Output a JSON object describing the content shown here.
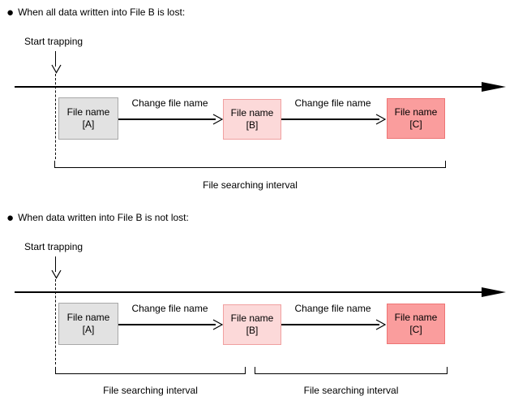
{
  "colors": {
    "background": "#ffffff",
    "line": "#000000",
    "box_a_fill": "#e2e2e2",
    "box_a_border": "#a8a8a8",
    "box_b_fill": "#fcd9d9",
    "box_b_border": "#f0a0a0",
    "box_c_fill": "#fa9d9d",
    "box_c_border": "#ee7474"
  },
  "icons": {
    "bullet": "filled-circle",
    "timeline_arrowhead": "filled-right-triangle",
    "start_trap_arrowhead": "open-down-chevron",
    "change_arrowhead": "open-right-chevron",
    "trap_point_marker": "dashed-vertical-line"
  },
  "sections": [
    {
      "bullet": "●",
      "heading": "When all data written into File B is lost:",
      "start_label": "Start trapping",
      "boxes": [
        {
          "line1": "File name",
          "line2": "[A]"
        },
        {
          "line1": "File name",
          "line2": "[B]"
        },
        {
          "line1": "File name",
          "line2": "[C]"
        }
      ],
      "arrows": [
        {
          "label": "Change file name"
        },
        {
          "label": "Change file name"
        }
      ],
      "intervals": [
        {
          "label": "File searching interval"
        }
      ]
    },
    {
      "bullet": "●",
      "heading": "When data written into File B is not lost:",
      "start_label": "Start trapping",
      "boxes": [
        {
          "line1": "File name",
          "line2": "[A]"
        },
        {
          "line1": "File name",
          "line2": "[B]"
        },
        {
          "line1": "File name",
          "line2": "[C]"
        }
      ],
      "arrows": [
        {
          "label": "Change file name"
        },
        {
          "label": "Change file name"
        }
      ],
      "intervals": [
        {
          "label": "File searching interval"
        },
        {
          "label": "File searching interval"
        }
      ]
    }
  ]
}
